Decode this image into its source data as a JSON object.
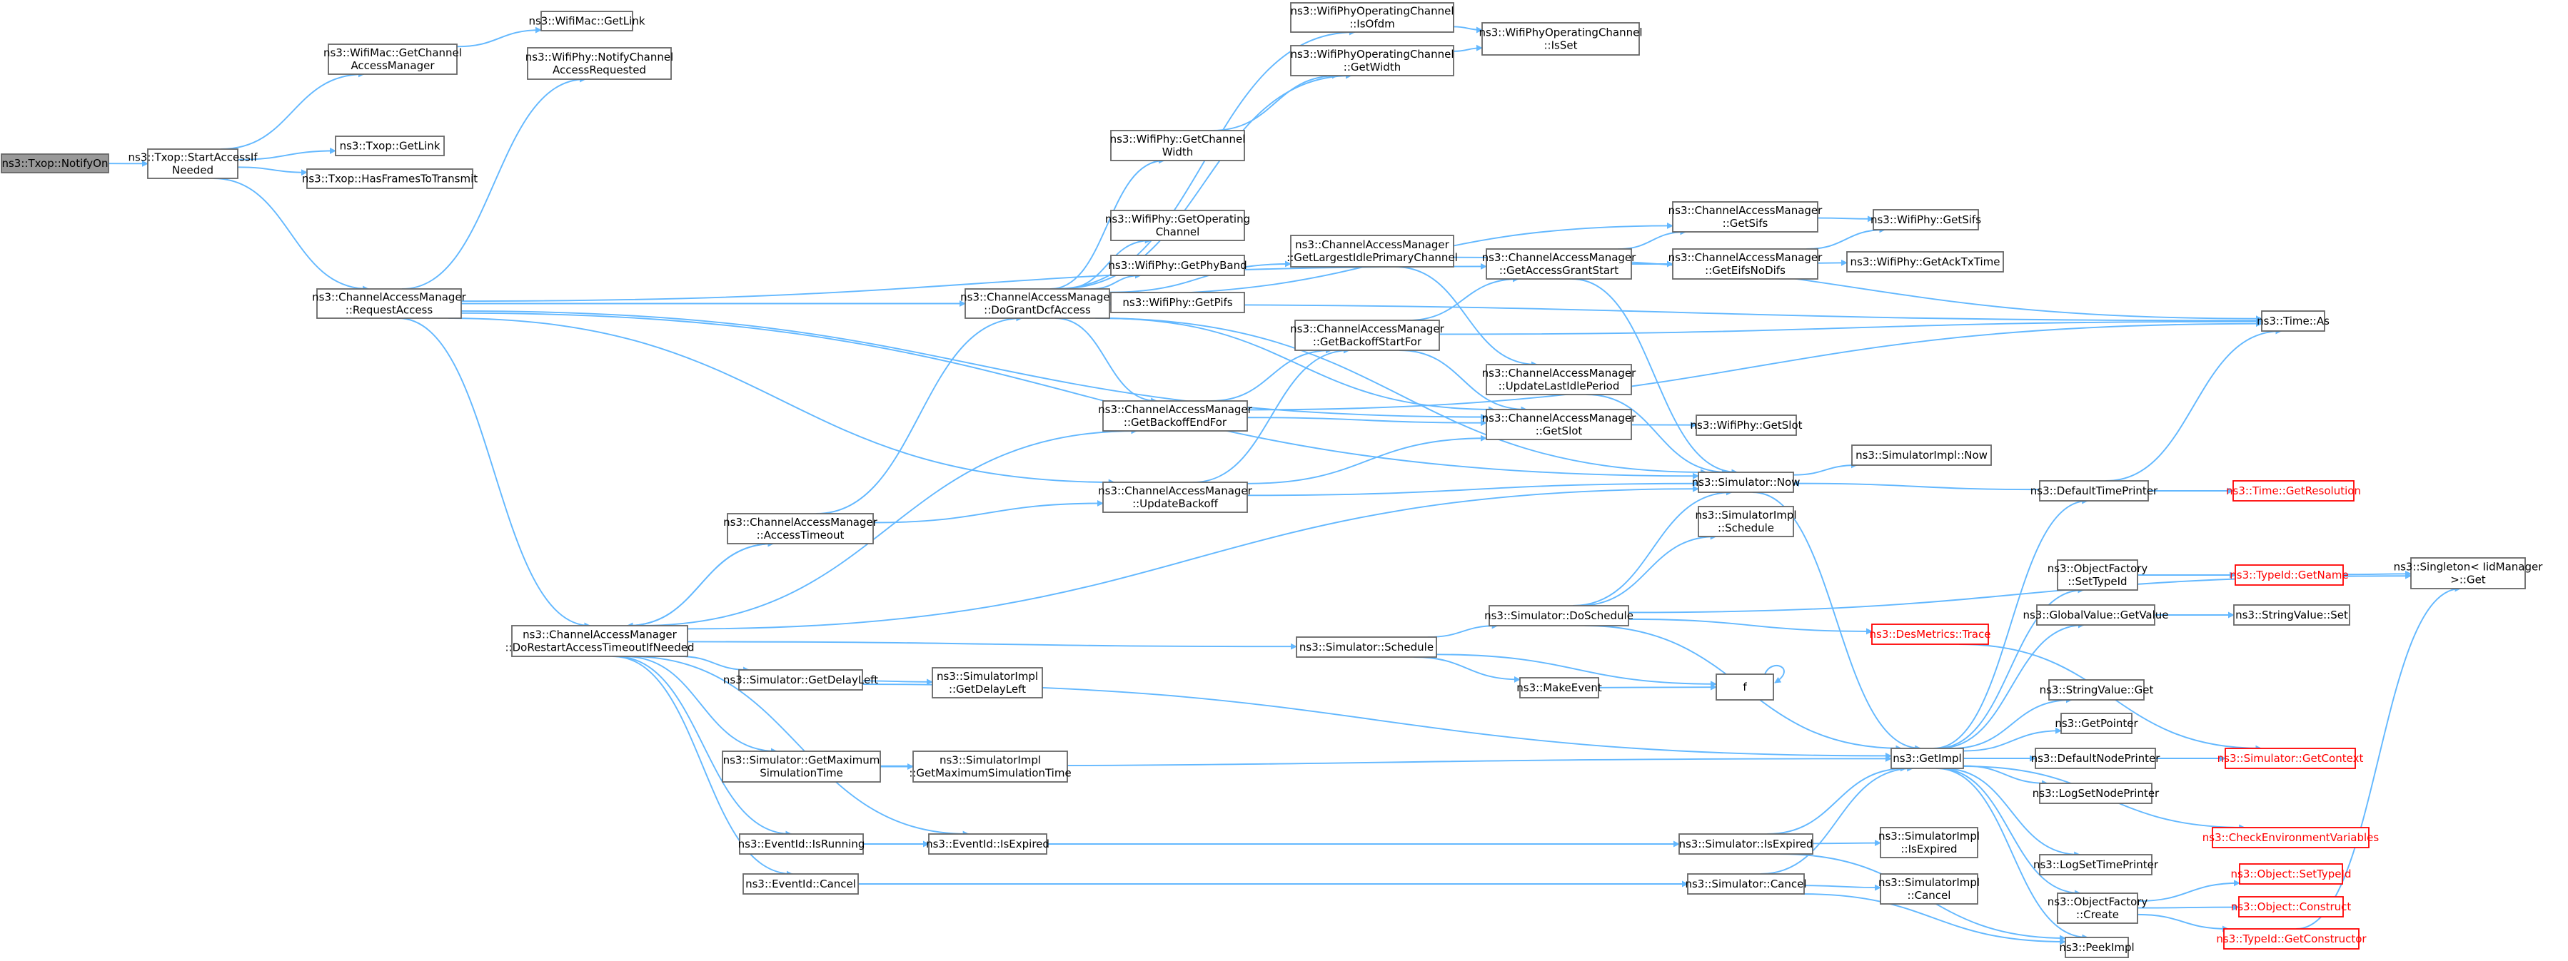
{
  "colors": {
    "edge": "#63b8ff",
    "root_fill": "#999999",
    "node_border": "#666666",
    "red_border": "#ff0000"
  },
  "nodes": {
    "n_notify": {
      "lines": [
        "ns3::Txop::NotifyOn"
      ],
      "root": true
    },
    "n_startaccess": {
      "lines": [
        "ns3::Txop::StartAccessIf",
        "Needed"
      ]
    },
    "n_getchannelacc": {
      "lines": [
        "ns3::WifiMac::GetChannel",
        "AccessManager"
      ]
    },
    "n_getlink": {
      "lines": [
        "ns3::WifiMac::GetLink"
      ]
    },
    "n_notifychannel": {
      "lines": [
        "ns3::WifiPhy::NotifyChannel",
        "AccessRequested"
      ]
    },
    "n_txopgetlink": {
      "lines": [
        "ns3::Txop::GetLink"
      ]
    },
    "n_hasframes": {
      "lines": [
        "ns3::Txop::HasFramesToTransmit"
      ]
    },
    "n_requestaccess": {
      "lines": [
        "ns3::ChannelAccessManager",
        "::RequestAccess"
      ]
    },
    "n_dorestart": {
      "lines": [
        "ns3::ChannelAccessManager",
        "::DoRestartAccessTimeoutIfNeeded"
      ]
    },
    "n_accesstimeout": {
      "lines": [
        "ns3::ChannelAccessManager",
        "::AccessTimeout"
      ]
    },
    "n_dogrant": {
      "lines": [
        "ns3::ChannelAccessManager",
        "::DoGrantDcfAccess"
      ]
    },
    "n_isofdm": {
      "lines": [
        "ns3::WifiPhyOperatingChannel",
        "::IsOfdm"
      ]
    },
    "n_getwidth": {
      "lines": [
        "ns3::WifiPhyOperatingChannel",
        "::GetWidth"
      ]
    },
    "n_isset": {
      "lines": [
        "ns3::WifiPhyOperatingChannel",
        "::IsSet"
      ]
    },
    "n_getchannelwidth": {
      "lines": [
        "ns3::WifiPhy::GetChannel",
        "Width"
      ]
    },
    "n_getoperating": {
      "lines": [
        "ns3::WifiPhy::GetOperating",
        "Channel"
      ]
    },
    "n_getphyband": {
      "lines": [
        "ns3::WifiPhy::GetPhyBand"
      ]
    },
    "n_getpifs": {
      "lines": [
        "ns3::WifiPhy::GetPifs"
      ]
    },
    "n_largestidle": {
      "lines": [
        "ns3::ChannelAccessManager",
        "::GetLargestIdlePrimaryChannel"
      ]
    },
    "n_getbackoffstart": {
      "lines": [
        "ns3::ChannelAccessManager",
        "::GetBackoffStartFor"
      ]
    },
    "n_getbackoffend": {
      "lines": [
        "ns3::ChannelAccessManager",
        "::GetBackoffEndFor"
      ]
    },
    "n_updatebackoff": {
      "lines": [
        "ns3::ChannelAccessManager",
        "::UpdateBackoff"
      ]
    },
    "n_accessgrant": {
      "lines": [
        "ns3::ChannelAccessManager",
        "::GetAccessGrantStart"
      ]
    },
    "n_updatelastidle": {
      "lines": [
        "ns3::ChannelAccessManager",
        "::UpdateLastIdlePeriod"
      ]
    },
    "n_getslot": {
      "lines": [
        "ns3::ChannelAccessManager",
        "::GetSlot"
      ]
    },
    "n_getsifs": {
      "lines": [
        "ns3::ChannelAccessManager",
        "::GetSifs"
      ]
    },
    "n_geteifs": {
      "lines": [
        "ns3::ChannelAccessManager",
        "::GetEifsNoDifs"
      ]
    },
    "n_phygetsifs": {
      "lines": [
        "ns3::WifiPhy::GetSifs"
      ]
    },
    "n_getacktx": {
      "lines": [
        "ns3::WifiPhy::GetAckTxTime"
      ]
    },
    "n_phygetslot": {
      "lines": [
        "ns3::WifiPhy::GetSlot"
      ]
    },
    "n_timeas": {
      "lines": [
        "ns3::Time::As"
      ]
    },
    "n_simnow": {
      "lines": [
        "ns3::Simulator::Now"
      ]
    },
    "n_simimplnow": {
      "lines": [
        "ns3::SimulatorImpl::Now"
      ]
    },
    "n_defaulttime": {
      "lines": [
        "ns3::DefaultTimePrinter"
      ]
    },
    "n_getresolution": {
      "lines": [
        "ns3::Time::GetResolution"
      ],
      "red": true
    },
    "n_implschedule": {
      "lines": [
        "ns3::SimulatorImpl",
        "::Schedule"
      ]
    },
    "n_doschedule": {
      "lines": [
        "ns3::Simulator::DoSchedule"
      ]
    },
    "n_desmetrics": {
      "lines": [
        "ns3::DesMetrics::Trace"
      ],
      "red": true
    },
    "n_schedule": {
      "lines": [
        "ns3::Simulator::Schedule"
      ]
    },
    "n_makeevent": {
      "lines": [
        "ns3::MakeEvent"
      ]
    },
    "n_f": {
      "lines": [
        "f"
      ]
    },
    "n_getdelayleft": {
      "lines": [
        "ns3::Simulator::GetDelayLeft"
      ]
    },
    "n_impldelayleft": {
      "lines": [
        "ns3::SimulatorImpl",
        "::GetDelayLeft"
      ]
    },
    "n_getmaxsim": {
      "lines": [
        "ns3::Simulator::GetMaximum",
        "SimulationTime"
      ]
    },
    "n_implmaxsim": {
      "lines": [
        "ns3::SimulatorImpl",
        "::GetMaximumSimulationTime"
      ]
    },
    "n_isrunning": {
      "lines": [
        "ns3::EventId::IsRunning"
      ]
    },
    "n_eidisexpired": {
      "lines": [
        "ns3::EventId::IsExpired"
      ]
    },
    "n_eidcancel": {
      "lines": [
        "ns3::EventId::Cancel"
      ]
    },
    "n_simisexpired": {
      "lines": [
        "ns3::Simulator::IsExpired"
      ]
    },
    "n_implisexpired": {
      "lines": [
        "ns3::SimulatorImpl",
        "::IsExpired"
      ]
    },
    "n_simcancel": {
      "lines": [
        "ns3::Simulator::Cancel"
      ]
    },
    "n_implcancel": {
      "lines": [
        "ns3::SimulatorImpl",
        "::Cancel"
      ]
    },
    "n_getimpl": {
      "lines": [
        "ns3::GetImpl"
      ]
    },
    "n_objfactsettype": {
      "lines": [
        "ns3::ObjectFactory",
        "::SetTypeId"
      ]
    },
    "n_typeidgetname": {
      "lines": [
        "ns3::TypeId::GetName"
      ],
      "red": true
    },
    "n_singleton": {
      "lines": [
        "ns3::Singleton< IidManager",
        ">::Get"
      ]
    },
    "n_globalvalue": {
      "lines": [
        "ns3::GlobalValue::GetValue"
      ]
    },
    "n_stringvalueset": {
      "lines": [
        "ns3::StringValue::Set"
      ]
    },
    "n_stringvalueget": {
      "lines": [
        "ns3::StringValue::Get"
      ]
    },
    "n_getpointer": {
      "lines": [
        "ns3::GetPointer"
      ]
    },
    "n_defaultnode": {
      "lines": [
        "ns3::DefaultNodePrinter"
      ]
    },
    "n_getcontext": {
      "lines": [
        "ns3::Simulator::GetContext"
      ],
      "red": true
    },
    "n_logsetnode": {
      "lines": [
        "ns3::LogSetNodePrinter"
      ]
    },
    "n_checkenv": {
      "lines": [
        "ns3::CheckEnvironmentVariables"
      ],
      "red": true
    },
    "n_logsettime": {
      "lines": [
        "ns3::LogSetTimePrinter"
      ]
    },
    "n_objsettypeid": {
      "lines": [
        "ns3::Object::SetTypeId"
      ],
      "red": true
    },
    "n_objfactcreate": {
      "lines": [
        "ns3::ObjectFactory",
        "::Create"
      ]
    },
    "n_objconstruct": {
      "lines": [
        "ns3::Object::Construct"
      ],
      "red": true
    },
    "n_getconstructor": {
      "lines": [
        "ns3::TypeId::GetConstructor"
      ],
      "red": true
    },
    "n_peekimpl": {
      "lines": [
        "ns3::PeekImpl"
      ]
    }
  }
}
